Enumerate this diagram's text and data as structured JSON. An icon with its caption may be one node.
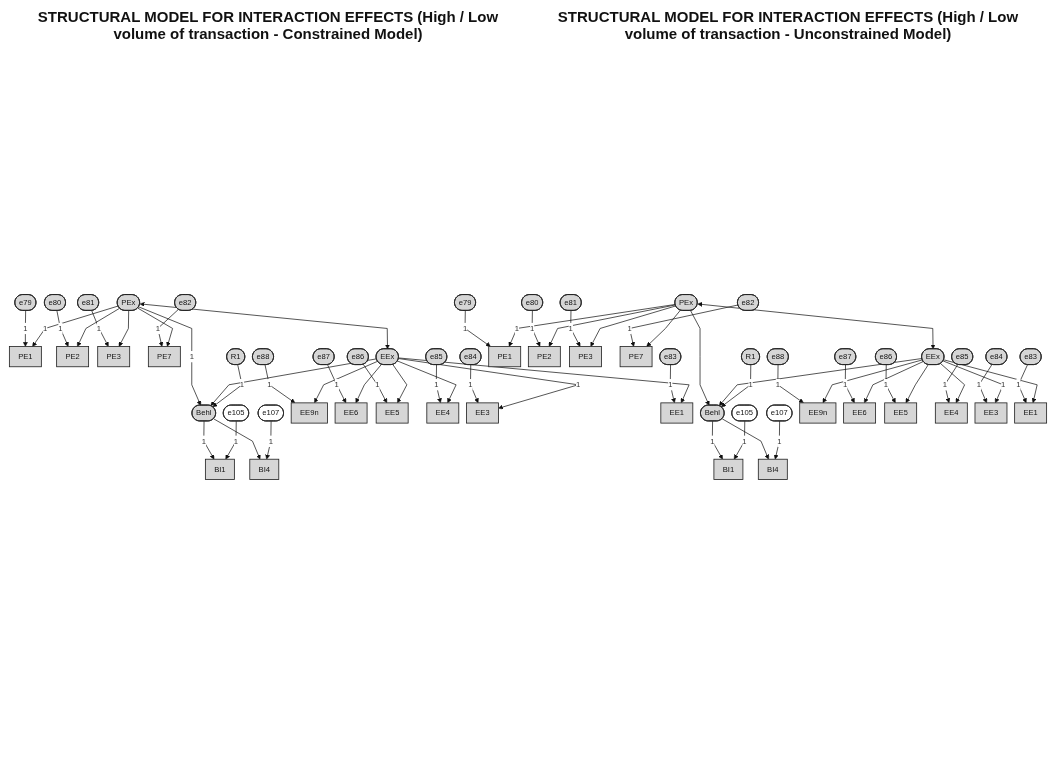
{
  "diagram": {
    "title": "STRUCTURAL MODEL FOR INTERACTION EFFECTS (High / Low volume of transaction - Constrained Model)",
    "labels": [
      "STRUCTURAL MODEL FOR INTERACTION EFFECTS (High / Low volume of transaction - Unconstrained Model)"
    ],
    "nodes": [
      {
        "text": [
          "e79"
        ]
      },
      {
        "text": [
          "e80"
        ]
      },
      {
        "text": [
          "e81"
        ]
      },
      {
        "text": [
          "e82"
        ]
      },
      {
        "text": [
          "PE1"
        ]
      },
      {
        "text": [
          "PE2"
        ]
      },
      {
        "text": [
          "PE3"
        ]
      },
      {
        "text": [
          "PE7"
        ]
      },
      {
        "text": [
          "PEx"
        ]
      },
      {
        "text": [
          "e88"
        ]
      },
      {
        "text": [
          "e87"
        ]
      },
      {
        "text": [
          "e86"
        ]
      },
      {
        "text": [
          "e85"
        ]
      },
      {
        "text": [
          "e84"
        ]
      },
      {
        "text": [
          "e83"
        ]
      },
      {
        "text": [
          "EE9n"
        ]
      },
      {
        "text": [
          "EE6"
        ]
      },
      {
        "text": [
          "EE5"
        ]
      },
      {
        "text": [
          "EE4"
        ]
      },
      {
        "text": [
          "EE3"
        ]
      },
      {
        "text": [
          "EE1"
        ]
      },
      {
        "text": [
          "EEx"
        ]
      },
      {
        "text": [
          "R1"
        ]
      },
      {
        "text": [
          "Behl"
        ]
      },
      {
        "text": [
          "BI1"
        ]
      },
      {
        "text": [
          "BI4"
        ]
      },
      {
        "text": [
          "e105"
        ]
      },
      {
        "text": [
          "e107"
        ]
      },
      {
        "text": [
          "e79"
        ]
      },
      {
        "text": [
          "e80"
        ]
      },
      {
        "text": [
          "e81"
        ]
      },
      {
        "text": [
          "e82"
        ]
      },
      {
        "text": [
          "PE1"
        ]
      },
      {
        "text": [
          "PE2"
        ]
      },
      {
        "text": [
          "PE3"
        ]
      },
      {
        "text": [
          "PE7"
        ]
      },
      {
        "text": [
          "PEx"
        ]
      },
      {
        "text": [
          "e88"
        ]
      },
      {
        "text": [
          "e87"
        ]
      },
      {
        "text": [
          "e86"
        ]
      },
      {
        "text": [
          "e85"
        ]
      },
      {
        "text": [
          "e84"
        ]
      },
      {
        "text": [
          "e83"
        ]
      },
      {
        "text": [
          "EE9n"
        ]
      },
      {
        "text": [
          "EE6"
        ]
      },
      {
        "text": [
          "EE5"
        ]
      },
      {
        "text": [
          "EE4"
        ]
      },
      {
        "text": [
          "EE3"
        ]
      },
      {
        "text": [
          "EE1"
        ]
      },
      {
        "text": [
          "EEx"
        ]
      },
      {
        "text": [
          "R1"
        ]
      },
      {
        "text": [
          "Behl"
        ]
      },
      {
        "text": [
          "BI1"
        ]
      },
      {
        "text": [
          "BI4"
        ]
      },
      {
        "text": [
          "e105"
        ]
      },
      {
        "text": [
          "e107"
        ]
      }
    ],
    "edges": [
      {
        "from": 0,
        "to": 4,
        "arrow": "to",
        "label": "1"
      },
      {
        "from": 1,
        "to": 5,
        "arrow": "to",
        "label": "1"
      },
      {
        "from": 2,
        "to": 6,
        "arrow": "to",
        "label": "1"
      },
      {
        "from": 3,
        "to": 7,
        "arrow": "to",
        "label": "1"
      },
      {
        "from": 8,
        "to": 4,
        "arrow": "to",
        "label": "1"
      },
      {
        "from": 8,
        "to": 5,
        "arrow": "to"
      },
      {
        "from": 8,
        "to": 6,
        "arrow": "to"
      },
      {
        "from": 8,
        "to": 7,
        "arrow": "to"
      },
      {
        "from": 8,
        "to": 21,
        "arrow": "both"
      },
      {
        "from": 8,
        "to": 23,
        "arrow": "to",
        "label": "1"
      },
      {
        "from": 9,
        "to": 15,
        "arrow": "to",
        "label": "1"
      },
      {
        "from": 10,
        "to": 16,
        "arrow": "to",
        "label": "1"
      },
      {
        "from": 11,
        "to": 17,
        "arrow": "to",
        "label": "1"
      },
      {
        "from": 12,
        "to": 18,
        "arrow": "to",
        "label": "1"
      },
      {
        "from": 13,
        "to": 19,
        "arrow": "to",
        "label": "1"
      },
      {
        "from": 14,
        "to": 20,
        "arrow": "to",
        "label": "1"
      },
      {
        "from": 21,
        "to": 15,
        "arrow": "to"
      },
      {
        "from": 21,
        "to": 16,
        "arrow": "to"
      },
      {
        "from": 21,
        "to": 17,
        "arrow": "to"
      },
      {
        "from": 21,
        "to": 18,
        "arrow": "to"
      },
      {
        "from": 21,
        "to": 19,
        "arrow": "to",
        "label": "1"
      },
      {
        "from": 21,
        "to": 20,
        "arrow": "to"
      },
      {
        "from": 21,
        "to": 23,
        "arrow": "to"
      },
      {
        "from": 22,
        "to": 23,
        "arrow": "to",
        "label": "1"
      },
      {
        "from": 23,
        "to": 24,
        "arrow": "to",
        "label": "1"
      },
      {
        "from": 23,
        "to": 25,
        "arrow": "to"
      },
      {
        "from": 26,
        "to": 24,
        "arrow": "to",
        "label": "1"
      },
      {
        "from": 27,
        "to": 25,
        "arrow": "to",
        "label": "1"
      },
      {
        "from": 28,
        "to": 32,
        "arrow": "to",
        "label": "1"
      },
      {
        "from": 29,
        "to": 33,
        "arrow": "to",
        "label": "1"
      },
      {
        "from": 30,
        "to": 34,
        "arrow": "to",
        "label": "1"
      },
      {
        "from": 31,
        "to": 35,
        "arrow": "to",
        "label": "1"
      },
      {
        "from": 36,
        "to": 32,
        "arrow": "to",
        "label": "1"
      },
      {
        "from": 36,
        "to": 33,
        "arrow": "to"
      },
      {
        "from": 36,
        "to": 34,
        "arrow": "to"
      },
      {
        "from": 36,
        "to": 35,
        "arrow": "to"
      },
      {
        "from": 36,
        "to": 49,
        "arrow": "both"
      },
      {
        "from": 36,
        "to": 51,
        "arrow": "to"
      },
      {
        "from": 37,
        "to": 43,
        "arrow": "to",
        "label": "1"
      },
      {
        "from": 38,
        "to": 44,
        "arrow": "to",
        "label": "1"
      },
      {
        "from": 39,
        "to": 45,
        "arrow": "to",
        "label": "1"
      },
      {
        "from": 40,
        "to": 46,
        "arrow": "to",
        "label": "1"
      },
      {
        "from": 41,
        "to": 47,
        "arrow": "to",
        "label": "1"
      },
      {
        "from": 42,
        "to": 48,
        "arrow": "to",
        "label": "1"
      },
      {
        "from": 49,
        "to": 43,
        "arrow": "to"
      },
      {
        "from": 49,
        "to": 44,
        "arrow": "to"
      },
      {
        "from": 49,
        "to": 45,
        "arrow": "to"
      },
      {
        "from": 49,
        "to": 46,
        "arrow": "to"
      },
      {
        "from": 49,
        "to": 47,
        "arrow": "to",
        "label": "1"
      },
      {
        "from": 49,
        "to": 48,
        "arrow": "to"
      },
      {
        "from": 49,
        "to": 51,
        "arrow": "to"
      },
      {
        "from": 50,
        "to": 51,
        "arrow": "to",
        "label": "1"
      },
      {
        "from": 51,
        "to": 52,
        "arrow": "to",
        "label": "1"
      },
      {
        "from": 51,
        "to": 53,
        "arrow": "to"
      },
      {
        "from": 54,
        "to": 52,
        "arrow": "to",
        "label": "1"
      },
      {
        "from": 55,
        "to": 53,
        "arrow": "to",
        "label": "1"
      }
    ]
  }
}
